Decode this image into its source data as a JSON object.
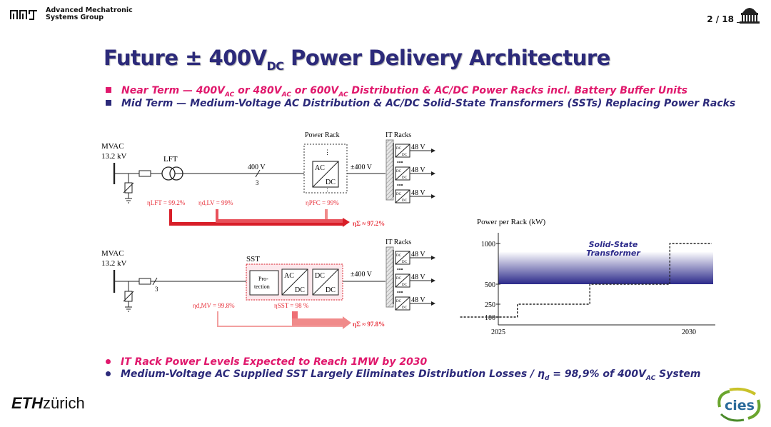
{
  "header": {
    "group_line1": "Advanced Mechatronic",
    "group_line2": "Systems Group",
    "page": "2 / 18"
  },
  "title": {
    "main": "Future ± 400V",
    "sub": "DC",
    "rest": " Power Delivery Architecture"
  },
  "bullets_top": [
    {
      "lead": "Near Term —  400V",
      "s1": "AC",
      "t1": " or 480V",
      "s2": "AC",
      "t2": " or 600V",
      "s3": "AC",
      "t3": " Distribution & AC/DC Power Racks incl. Battery Buffer Units"
    },
    {
      "lead": "Mid Term   —  Medium-Voltage AC  Distribution & AC/DC Solid-State Transformers (SSTs) Replacing Power Racks"
    }
  ],
  "diagram1": {
    "mvac": "MVAC",
    "kv": "13.2 kV",
    "lft": "LFT",
    "v400": "400 V",
    "three": "3",
    "power_rack": "Power Rack",
    "ac": "AC",
    "dc": "DC",
    "pm400": "±400 V",
    "it_racks": "IT Racks",
    "v48": "48 V",
    "dots": "•••",
    "eta_lft": "ηLFT = 99.2%",
    "eta_dlv": "ηd,LV = 99%",
    "eta_pfc": "ηPFC = 99%",
    "eta_total": "ηΣ ≈ 97.2%"
  },
  "diagram2": {
    "mvac": "MVAC",
    "kv": "13.2 kV",
    "three": "3",
    "sst": "SST",
    "pro": "Pro-",
    "tection": "tection",
    "ac": "AC",
    "dc": "DC",
    "pm400": "±400 V",
    "it_racks": "IT Racks",
    "v48": "48 V",
    "dots": "•••",
    "eta_dmv": "ηd,MV = 99.8%",
    "eta_sst": "ηSST = 98 %",
    "eta_total": "ηΣ ≈ 97.8%"
  },
  "chart_data": {
    "type": "line",
    "title": "Power per Rack (kW)",
    "xlabel": "",
    "ylabel": "Power per Rack (kW)",
    "x_tick_labels": [
      "2025",
      "2030"
    ],
    "y_tick_labels": [
      "100",
      "250",
      "500",
      "1000"
    ],
    "series": [
      {
        "x": [
          2024.0,
          2025.5,
          2025.5,
          2027.4,
          2027.4,
          2029.5,
          2029.5,
          2030.6
        ],
        "values": [
          100,
          100,
          250,
          250,
          500,
          500,
          1000,
          1000
        ]
      }
    ],
    "band": {
      "label_line1": "Solid-State",
      "label_line2": "Transformer",
      "from": 500,
      "to": 900
    },
    "colors": {
      "band": "#2c2a8a"
    }
  },
  "bullets_bottom": [
    {
      "text": "IT Rack Power Levels Expected to Reach 1MW by 2030"
    },
    {
      "a": "Medium-Voltage AC Supplied SST Largely Eliminates Distribution Losses / ",
      "eta": "η",
      "eta_sub": "d",
      "b": " = 98,9% of 400V",
      "sub2": "AC",
      "c": " System"
    }
  ],
  "footer": {
    "eth_bold": "ETH",
    "eth_rest": "zürich",
    "cies": "cies"
  },
  "colors": {
    "title": "#2c2a7a",
    "accent_red": "#e0186c",
    "arrow_red": "#e8323c",
    "arrow_pink": "#f08a8a"
  }
}
